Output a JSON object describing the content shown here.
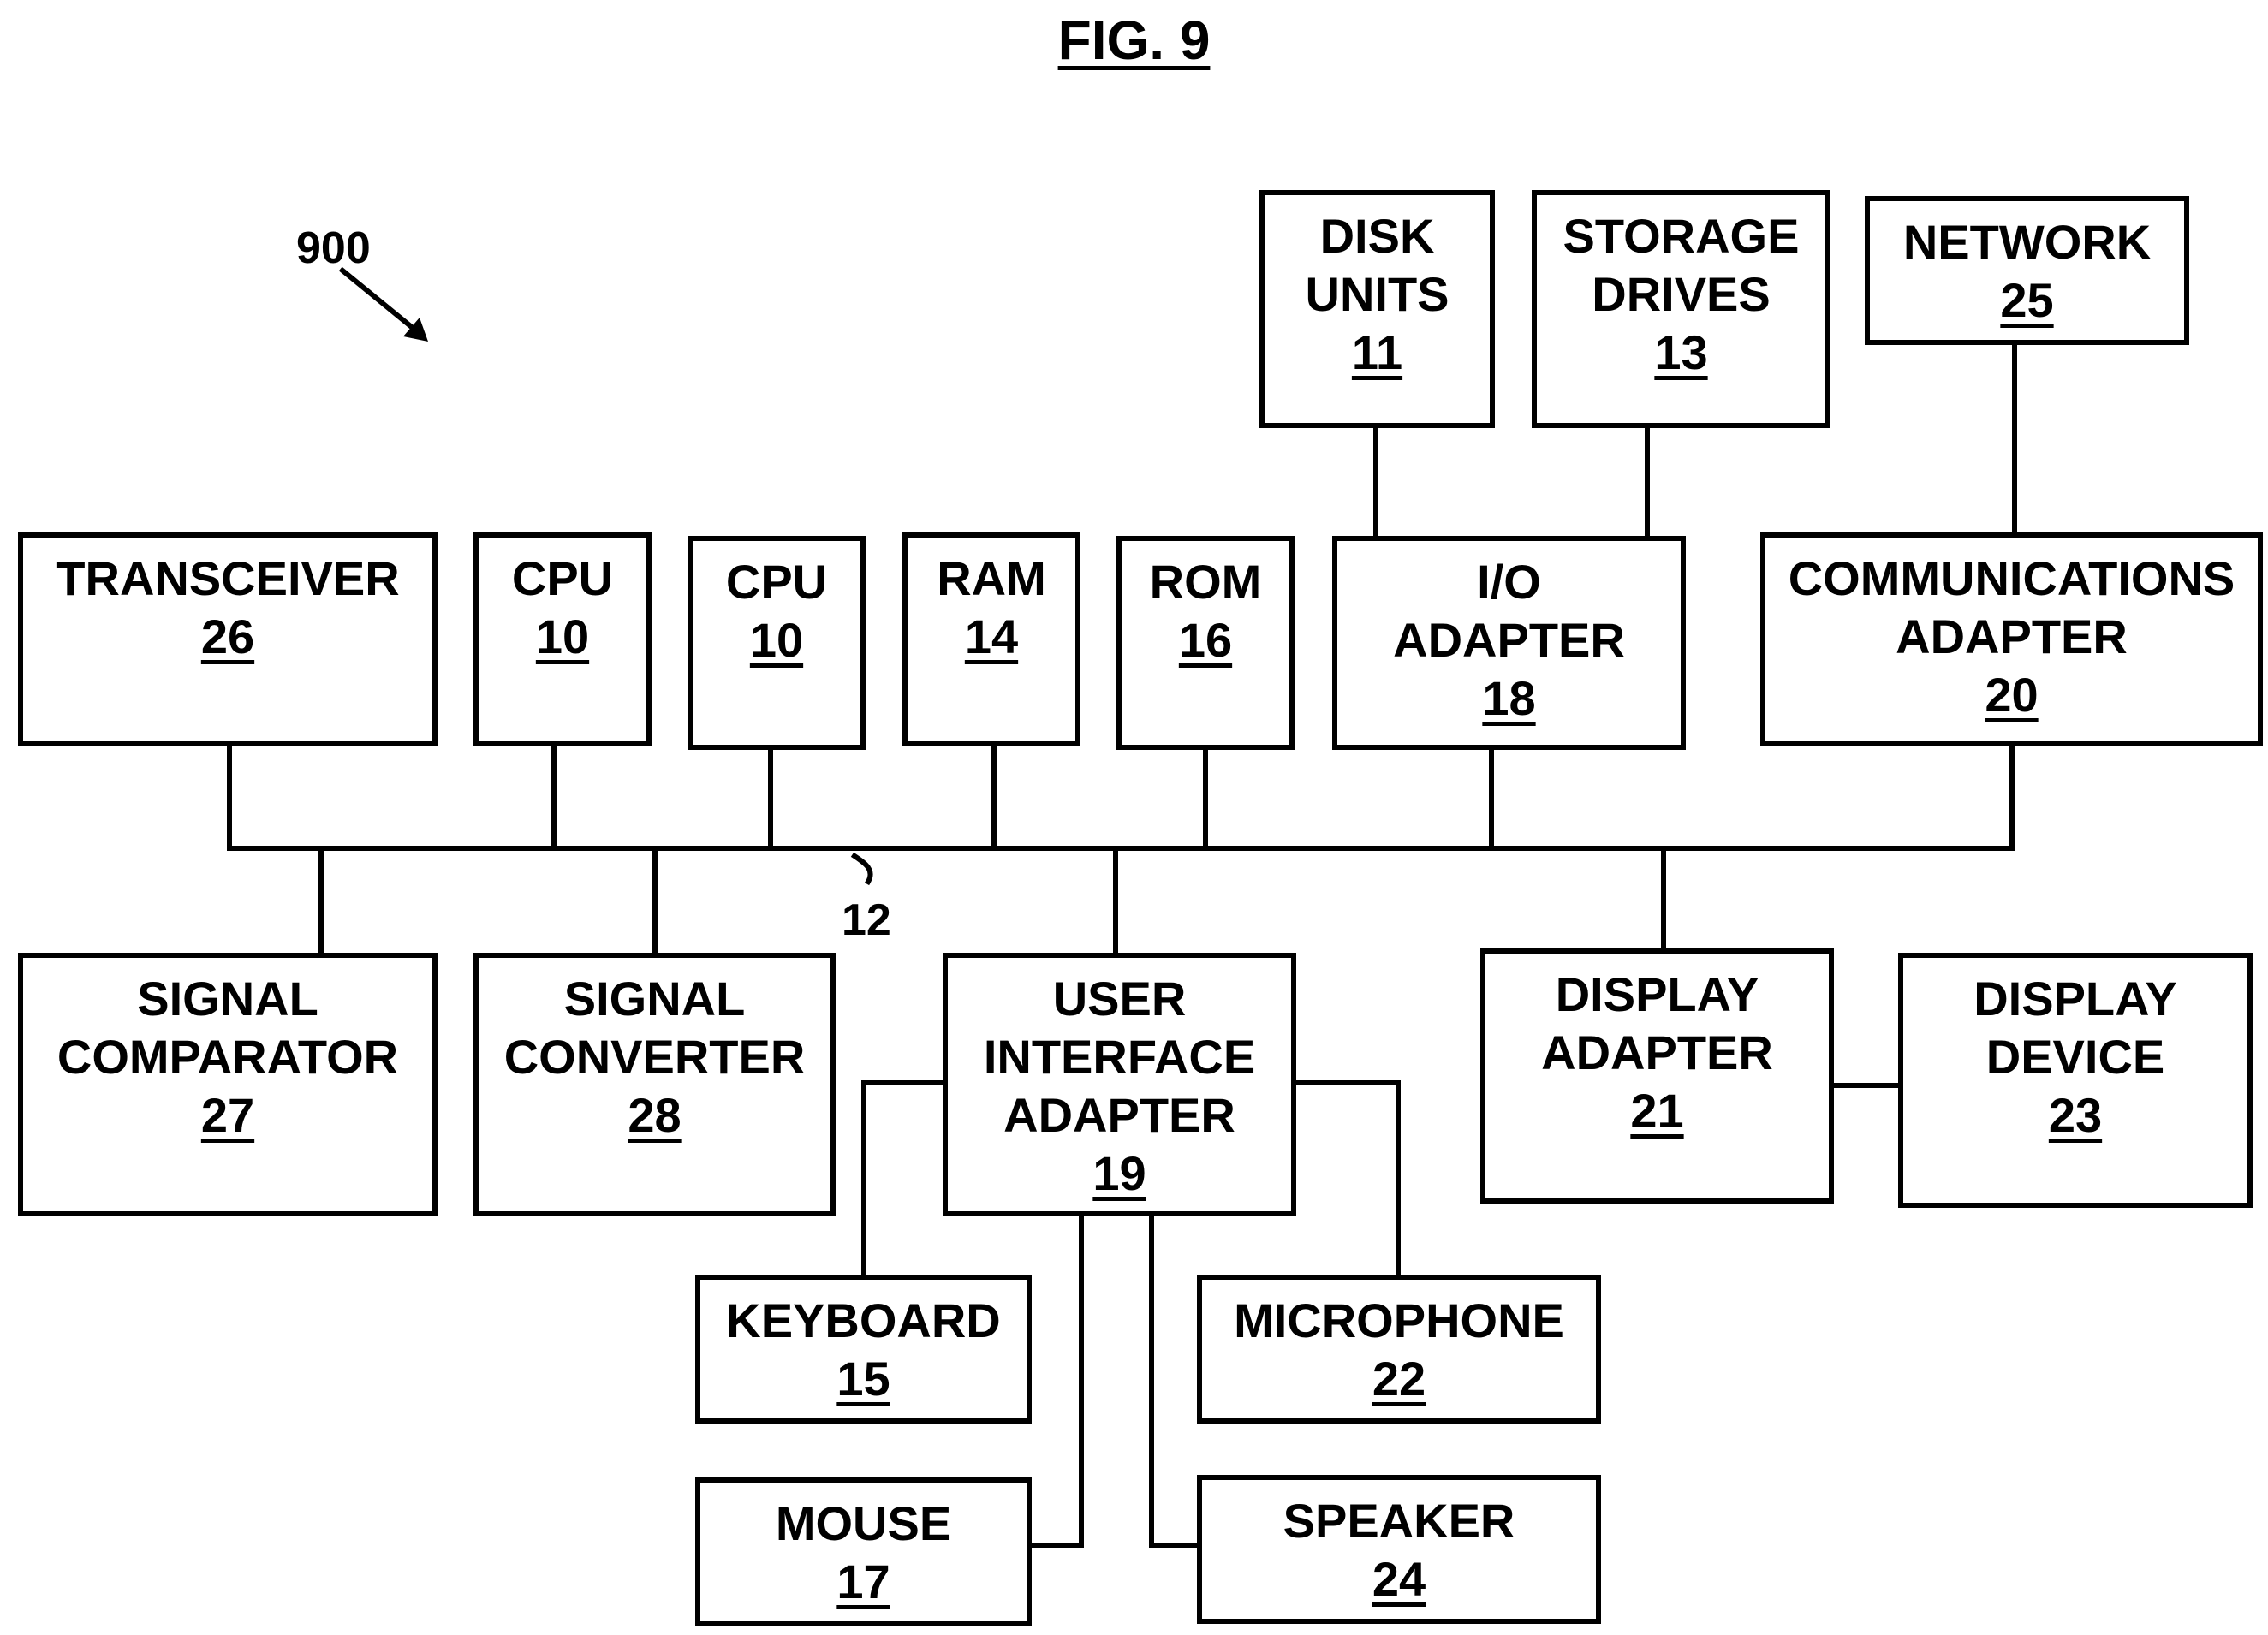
{
  "figure": {
    "title": "FIG. 9",
    "reference": "900",
    "bus_label": "12"
  },
  "components": {
    "transceiver": {
      "lines": [
        "TRANSCEIVER"
      ],
      "number": "26"
    },
    "cpu_a": {
      "lines": [
        "CPU"
      ],
      "number": "10"
    },
    "cpu_b": {
      "lines": [
        "CPU"
      ],
      "number": "10"
    },
    "ram": {
      "lines": [
        "RAM"
      ],
      "number": "14"
    },
    "rom": {
      "lines": [
        "ROM"
      ],
      "number": "16"
    },
    "io_adapter": {
      "lines": [
        "I/O",
        "ADAPTER"
      ],
      "number": "18"
    },
    "communications_adapter": {
      "lines": [
        "COMMUNICATIONS",
        "ADAPTER"
      ],
      "number": "20"
    },
    "disk_units": {
      "lines": [
        "DISK",
        "UNITS"
      ],
      "number": "11"
    },
    "storage_drives": {
      "lines": [
        "STORAGE",
        "DRIVES"
      ],
      "number": "13"
    },
    "network": {
      "lines": [
        "NETWORK"
      ],
      "number": "25"
    },
    "signal_comparator": {
      "lines": [
        "SIGNAL",
        "COMPARATOR"
      ],
      "number": "27"
    },
    "signal_converter": {
      "lines": [
        "SIGNAL",
        "CONVERTER"
      ],
      "number": "28"
    },
    "user_interface_adapter": {
      "lines": [
        "USER",
        "INTERFACE",
        "ADAPTER"
      ],
      "number": "19"
    },
    "display_adapter": {
      "lines": [
        "DISPLAY",
        "ADAPTER"
      ],
      "number": "21"
    },
    "display_device": {
      "lines": [
        "DISPLAY",
        "DEVICE"
      ],
      "number": "23"
    },
    "keyboard": {
      "lines": [
        "KEYBOARD"
      ],
      "number": "15"
    },
    "microphone": {
      "lines": [
        "MICROPHONE"
      ],
      "number": "22"
    },
    "mouse": {
      "lines": [
        "MOUSE"
      ],
      "number": "17"
    },
    "speaker": {
      "lines": [
        "SPEAKER"
      ],
      "number": "24"
    }
  }
}
